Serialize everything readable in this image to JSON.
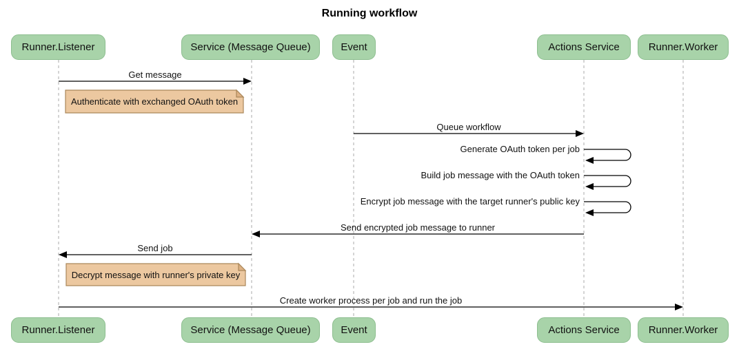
{
  "title": "Running workflow",
  "diagram_type": "sequence",
  "colors": {
    "actor_fill": "#A8D3A9",
    "actor_border": "#8DBE8F",
    "note_fill": "#ECC8A0",
    "note_border": "#AA875A",
    "lifeline": "#A9A9A9",
    "arrow": "#000000",
    "background": "#FFFFFF"
  },
  "actors": [
    {
      "label": "Runner.Listener"
    },
    {
      "label": "Service (Message Queue)"
    },
    {
      "label": "Event"
    },
    {
      "label": "Actions Service"
    },
    {
      "label": "Runner.Worker"
    }
  ],
  "messages": [
    {
      "label": "Get message",
      "from": "Runner.Listener",
      "to": "Service (Message Queue)"
    },
    {
      "label": "Queue workflow",
      "from": "Event",
      "to": "Actions Service"
    },
    {
      "label": "Generate OAuth token per job",
      "from": "Actions Service",
      "to": "Actions Service",
      "self": true
    },
    {
      "label": "Build job message with the OAuth token",
      "from": "Actions Service",
      "to": "Actions Service",
      "self": true
    },
    {
      "label": "Encrypt job message with the target runner's public key",
      "from": "Actions Service",
      "to": "Actions Service",
      "self": true
    },
    {
      "label": "Send encrypted job message to runner",
      "from": "Actions Service",
      "to": "Service (Message Queue)"
    },
    {
      "label": "Send job",
      "from": "Service (Message Queue)",
      "to": "Runner.Listener"
    },
    {
      "label": "Create worker process per job and run the job",
      "from": "Runner.Listener",
      "to": "Runner.Worker"
    }
  ],
  "notes": [
    {
      "text": "Authenticate with exchanged OAuth token",
      "attached_to": "Runner.Listener"
    },
    {
      "text": "Decrypt message with runner's private key",
      "attached_to": "Runner.Listener"
    }
  ]
}
